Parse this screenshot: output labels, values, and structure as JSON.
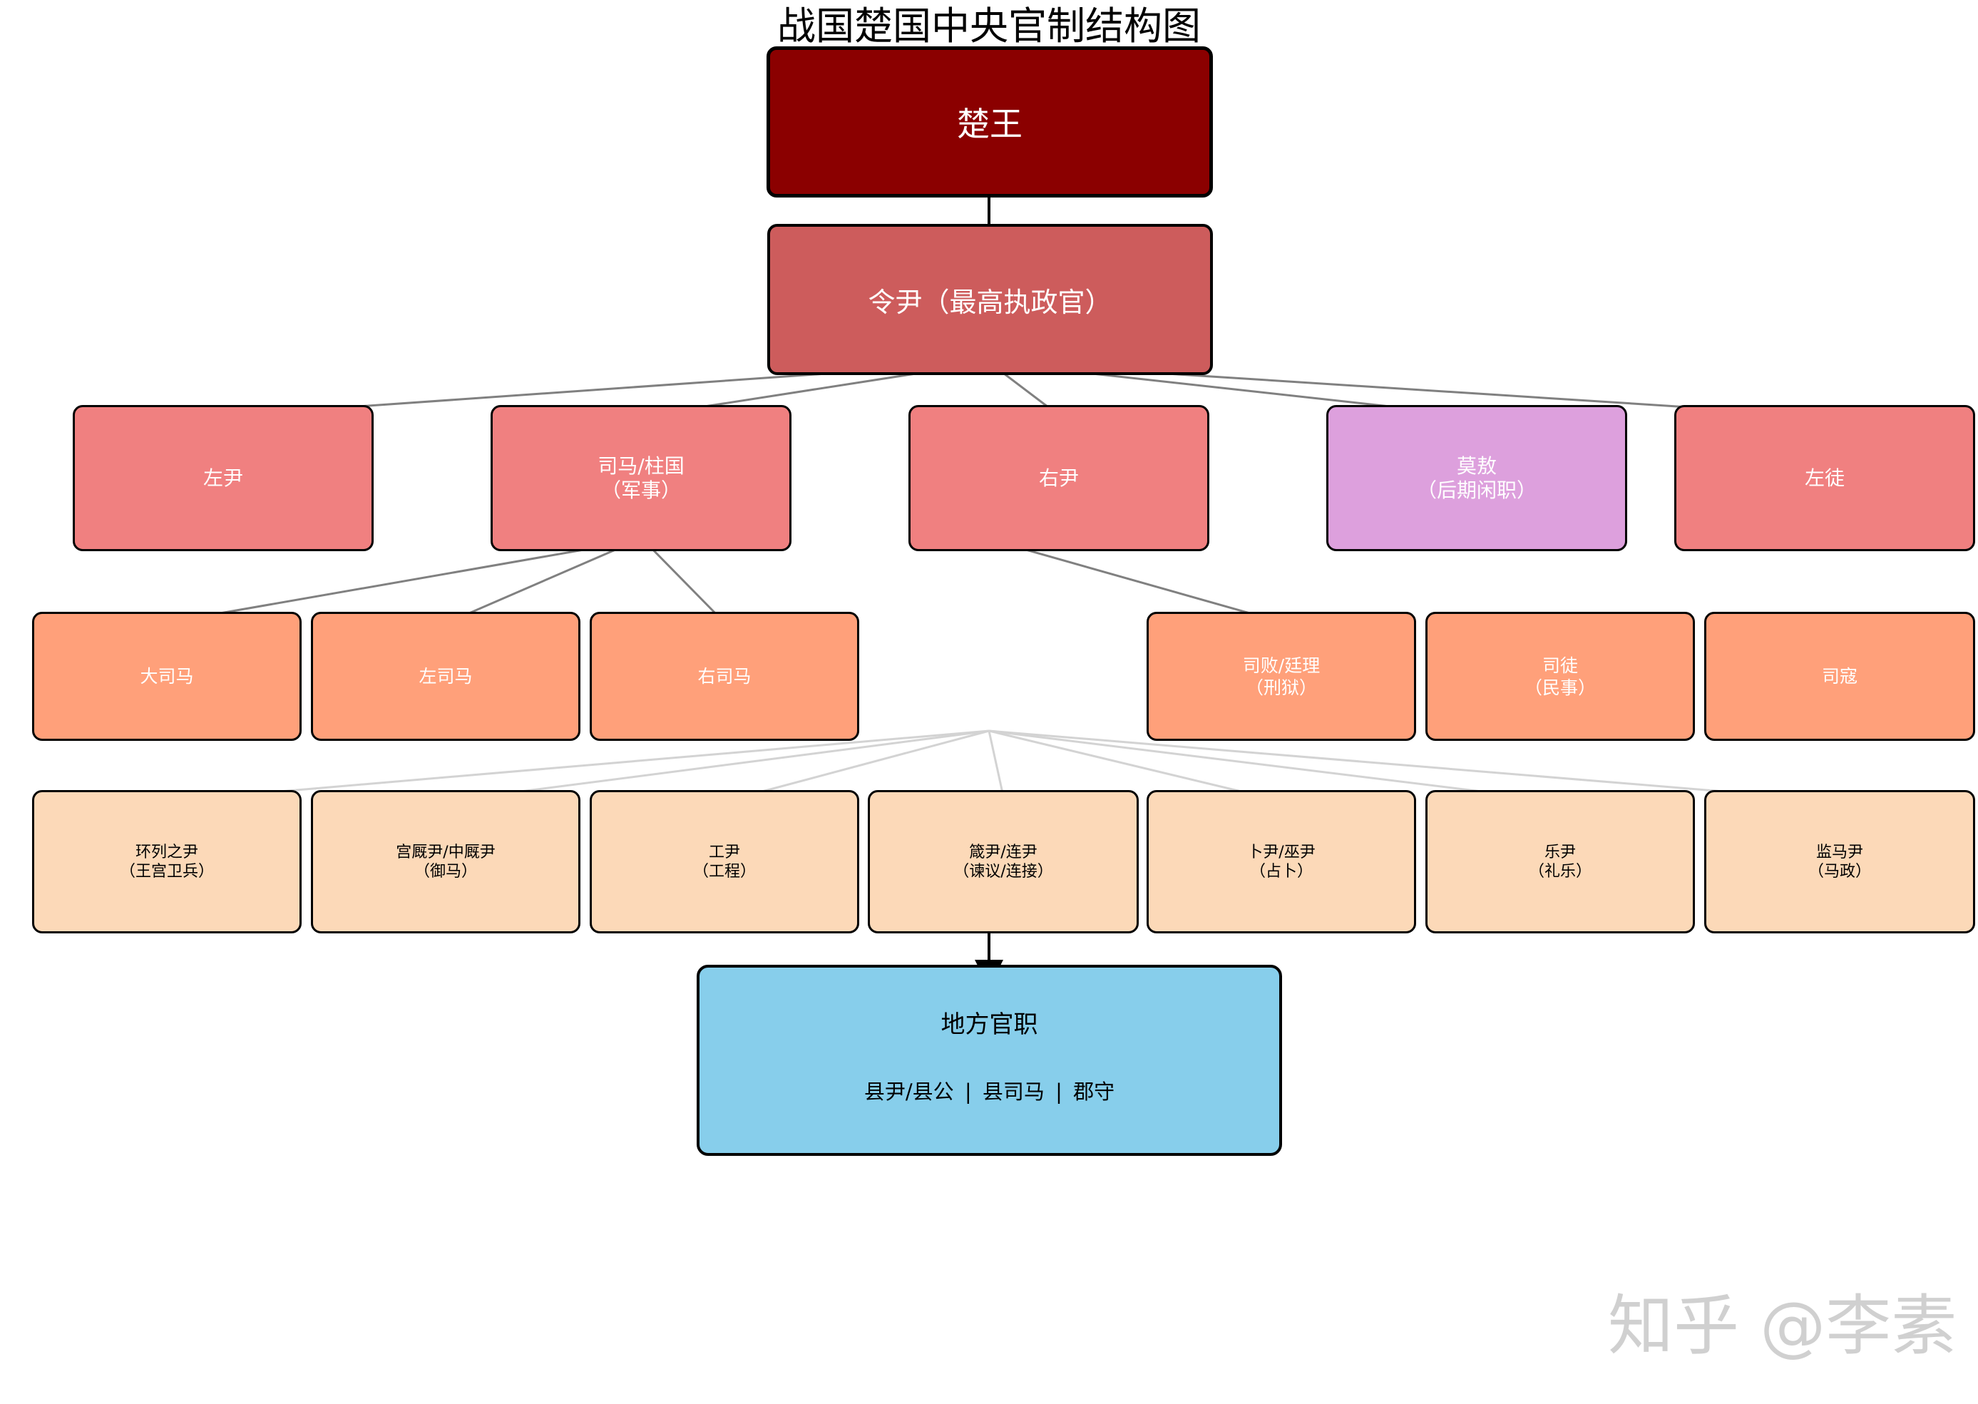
{
  "title": "战国楚国中央官制结构图",
  "root": {
    "label": "楚王"
  },
  "prime": {
    "label": "令尹（最高执政官）"
  },
  "level1": [
    {
      "label": "左尹"
    },
    {
      "label": "司马/柱国\n（军事）"
    },
    {
      "label": "右尹"
    },
    {
      "label": "莫敖\n（后期闲职）"
    },
    {
      "label": "左徒"
    }
  ],
  "level2": [
    {
      "label": "大司马"
    },
    {
      "label": "左司马"
    },
    {
      "label": "右司马"
    },
    {
      "label": "司败/廷理\n（刑狱）"
    },
    {
      "label": "司徒\n（民事）"
    },
    {
      "label": "司寇"
    }
  ],
  "level3": [
    {
      "label": "环列之尹\n（王宫卫兵）"
    },
    {
      "label": "宫厩尹/中厩尹\n（御马）"
    },
    {
      "label": "工尹\n（工程）"
    },
    {
      "label": "箴尹/连尹\n（谏议/连接）"
    },
    {
      "label": "卜尹/巫尹\n（占卜）"
    },
    {
      "label": "乐尹\n（礼乐）"
    },
    {
      "label": "监马尹\n（马政）"
    }
  ],
  "local": {
    "title": "地方官职",
    "list": "县尹/县公 | 县司马 | 郡守"
  },
  "watermark": "知乎 @李素",
  "colors": {
    "root": "#8b0000",
    "prime": "#cd5c5c",
    "level1": "#f08080",
    "level1_special": "#dda0dd",
    "level2": "#ffa07a",
    "level3": "#fcd9b8",
    "local": "#87ceeb"
  }
}
